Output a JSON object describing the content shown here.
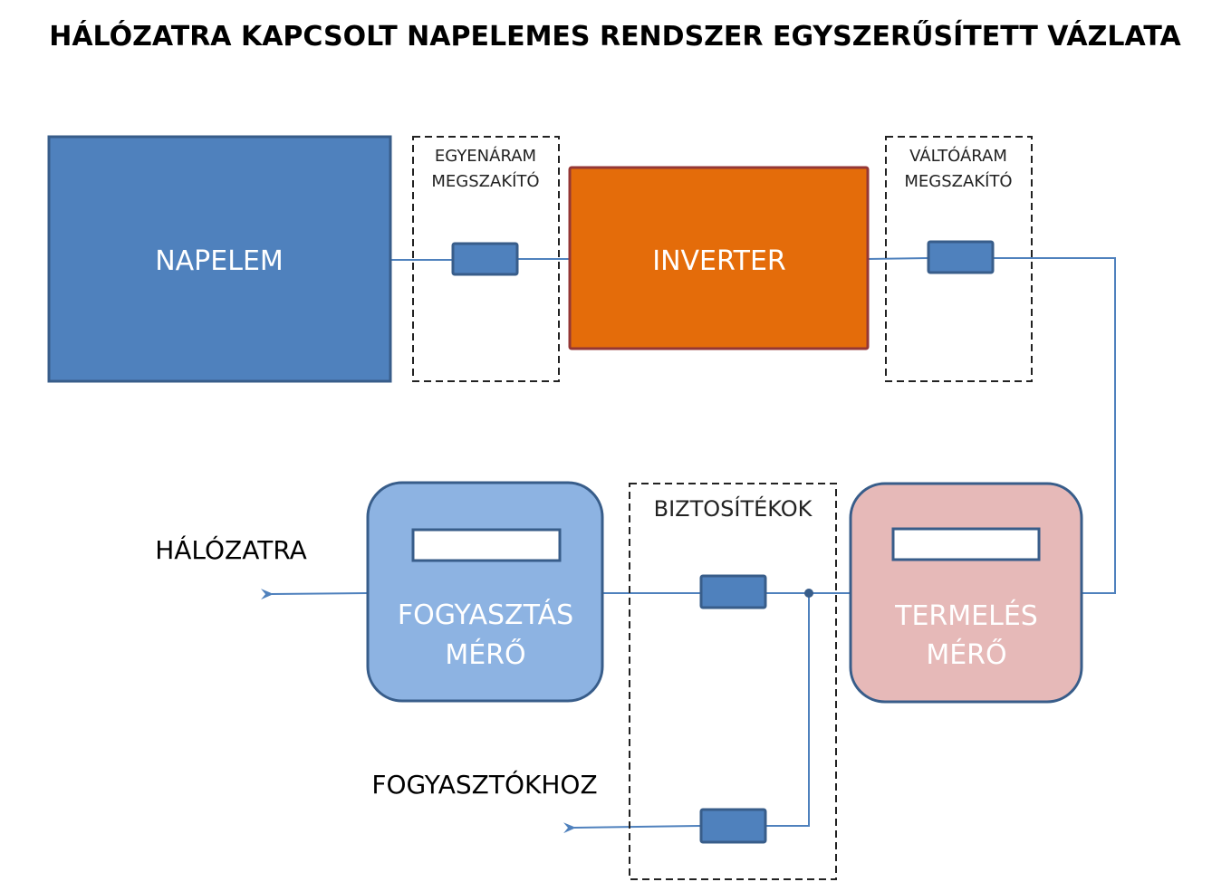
{
  "title": "HÁLÓZATRA KAPCSOLT NAPELEMES RENDSZER EGYSZERŰSÍTETT VÁZLATA",
  "components": {
    "solar_panel": {
      "label": "NAPELEM",
      "fill": "#4F81BD",
      "stroke": "#385D8A"
    },
    "inverter": {
      "label": "INVERTER",
      "fill": "#E46C0A",
      "stroke": "#953735"
    },
    "dc_breaker": {
      "label_line1": "EGYENÁRAM",
      "label_line2": "MEGSZAKÍTÓ"
    },
    "ac_breaker": {
      "label_line1": "VÁLTÓÁRAM",
      "label_line2": "MEGSZAKÍTÓ"
    },
    "fuses": {
      "label": "BIZTOSÍTÉKOK"
    },
    "consumption_meter": {
      "label_line1": "FOGYASZTÁS",
      "label_line2": "MÉRŐ",
      "fill": "#8DB3E2",
      "stroke": "#385D8A"
    },
    "production_meter": {
      "label_line1": "TERMELÉS",
      "label_line2": "MÉRŐ",
      "fill": "#E6B9B8",
      "stroke": "#385D8A"
    }
  },
  "destinations": {
    "grid": "HÁLÓZATRA",
    "consumers": "FOGYASZTÓKHOZ"
  },
  "colors": {
    "wire": "#4F81BD",
    "breaker_fill": "#4F81BD",
    "breaker_stroke": "#385D8A"
  }
}
